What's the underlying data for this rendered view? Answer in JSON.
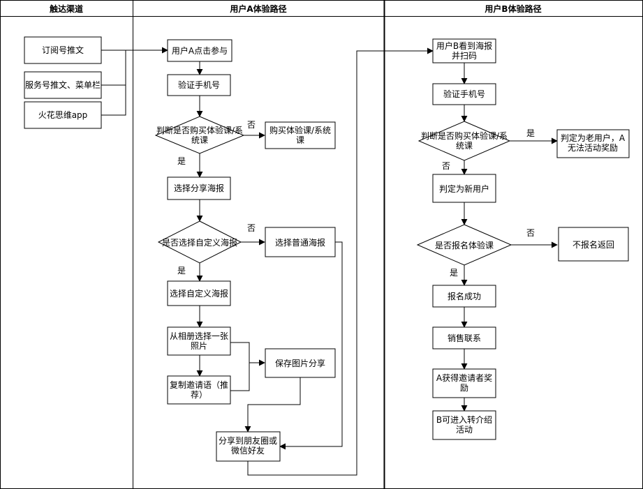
{
  "lanes": [
    {
      "id": "l1",
      "title": "触达渠道"
    },
    {
      "id": "l2",
      "title": "用户A体验路径"
    },
    {
      "id": "l3",
      "title": "用户B体验路径"
    }
  ],
  "nodes": [
    {
      "id": "c1",
      "lines": [
        "订阅号推文"
      ]
    },
    {
      "id": "c2",
      "lines": [
        "服务号推文、菜单栏"
      ]
    },
    {
      "id": "c3",
      "lines": [
        "火花思维app"
      ]
    },
    {
      "id": "a1",
      "lines": [
        "用户A点击参与"
      ]
    },
    {
      "id": "a2",
      "lines": [
        "验证手机号"
      ]
    },
    {
      "id": "a3",
      "lines": [
        "判断是否购买体验课/系",
        "统课"
      ]
    },
    {
      "id": "a4",
      "lines": [
        "购买体验课/系统",
        "课"
      ]
    },
    {
      "id": "a5",
      "lines": [
        "选择分享海报"
      ]
    },
    {
      "id": "a6",
      "lines": [
        "是否选择自定义海报"
      ]
    },
    {
      "id": "a7",
      "lines": [
        "选择普通海报"
      ]
    },
    {
      "id": "a8",
      "lines": [
        "选择自定义海报"
      ]
    },
    {
      "id": "a9",
      "lines": [
        "从相册选择一张",
        "照片"
      ]
    },
    {
      "id": "a10",
      "lines": [
        "保存图片分享"
      ]
    },
    {
      "id": "a11",
      "lines": [
        "复制邀请语（推",
        "荐）"
      ]
    },
    {
      "id": "a12",
      "lines": [
        "分享到朋友圈或",
        "微信好友"
      ]
    },
    {
      "id": "b1",
      "lines": [
        "用户B看到海报",
        "并扫码"
      ]
    },
    {
      "id": "b2",
      "lines": [
        "验证手机号"
      ]
    },
    {
      "id": "b3",
      "lines": [
        "判断是否购买体验课/系",
        "统课"
      ]
    },
    {
      "id": "b4",
      "lines": [
        "判定为老用户，A",
        "无法活动奖励"
      ]
    },
    {
      "id": "b5",
      "lines": [
        "判定为新用户"
      ]
    },
    {
      "id": "b6",
      "lines": [
        "是否报名体验课"
      ]
    },
    {
      "id": "b7",
      "lines": [
        "不报名返回"
      ]
    },
    {
      "id": "b8",
      "lines": [
        "报名成功"
      ]
    },
    {
      "id": "b9",
      "lines": [
        "销售联系"
      ]
    },
    {
      "id": "b10",
      "lines": [
        "A获得邀请者奖",
        "励"
      ]
    },
    {
      "id": "b11",
      "lines": [
        "B可进入转介绍",
        "活动"
      ]
    }
  ],
  "labels": [
    {
      "id": "lb1",
      "text": "否"
    },
    {
      "id": "lb2",
      "text": "是"
    },
    {
      "id": "lb3",
      "text": "否"
    },
    {
      "id": "lb4",
      "text": "是"
    },
    {
      "id": "lb5",
      "text": "是"
    },
    {
      "id": "lb6",
      "text": "否"
    },
    {
      "id": "lb7",
      "text": "否"
    },
    {
      "id": "lb8",
      "text": "是"
    }
  ]
}
